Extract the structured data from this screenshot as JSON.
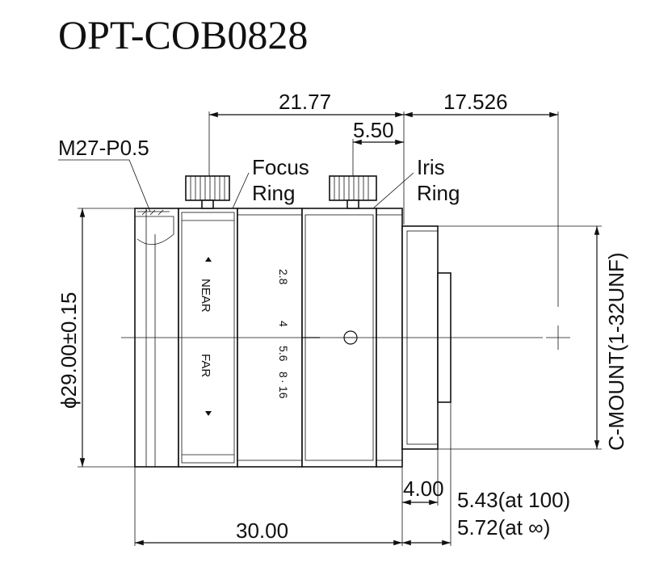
{
  "title": "OPT-COB0828",
  "dimensions": {
    "top_overall": "21.77",
    "top_mount": "17.526",
    "top_iris": "5.50",
    "diameter": "ϕ29.00±0.15",
    "bottom_overall": "30.00",
    "bottom_flange": "4.00",
    "bottom_backfocus_100": "5.43(at 100)",
    "bottom_backfocus_inf": "5.72(at ∞)"
  },
  "labels": {
    "thread": "M27-P0.5",
    "focus_ring_line1": "Focus",
    "focus_ring_line2": "Ring",
    "iris_ring_line1": "Iris",
    "iris_ring_line2": "Ring",
    "mount": "C-MOUNT(1-32UNF)",
    "near": "NEAR",
    "far": "FAR"
  },
  "iris_scale": [
    "2.8",
    "4",
    "5.6",
    "8",
    "16"
  ],
  "iris_scale_separator": "·"
}
